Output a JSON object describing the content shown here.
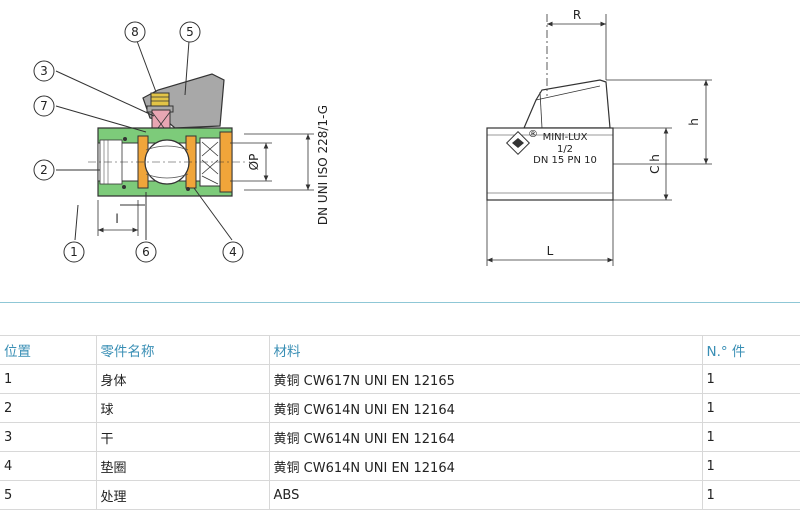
{
  "callouts": [
    "8",
    "5",
    "3",
    "7",
    "2",
    "1",
    "6",
    "4"
  ],
  "dims": {
    "l_small": "l",
    "p_dia": "ØP",
    "dn_spec": "DN UNI ISO 228/1-G",
    "r": "R",
    "h": "h",
    "ch": "C h",
    "l_len": "L"
  },
  "plate": {
    "brand": "MINI-LUX",
    "size": "1/2",
    "rating": "DN 15 PN 10",
    "reg": "®"
  },
  "table": {
    "headers": [
      "位置",
      "零件名称",
      "材料",
      "N.° 件"
    ],
    "rows": [
      [
        "1",
        "身体",
        "黄铜 CW617N UNI EN 12165",
        "1"
      ],
      [
        "2",
        "球",
        "黄铜 CW614N UNI EN 12164",
        "1"
      ],
      [
        "3",
        "干",
        "黄铜 CW614N UNI EN 12164",
        "1"
      ],
      [
        "4",
        "垫圈",
        "黄铜 CW614N UNI EN 12164",
        "1"
      ],
      [
        "5",
        "处理",
        "ABS",
        "1"
      ]
    ]
  },
  "colors": {
    "body": "#7dcb7a",
    "handle": "#a8a8a8",
    "stem": "#e8a6b3",
    "screw": "#e2c447",
    "seat": "#f0a53a",
    "accent": "#3a8fb5"
  }
}
